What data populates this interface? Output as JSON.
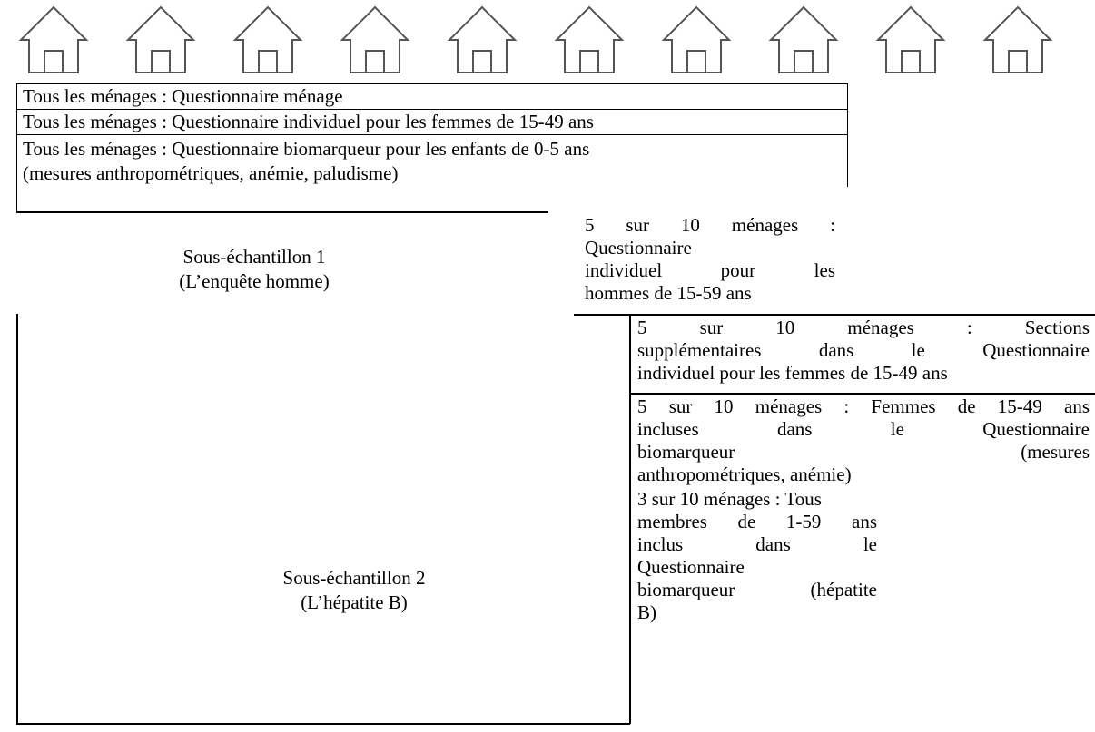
{
  "houses": [
    "house-icon",
    "house-icon",
    "house-icon",
    "house-icon",
    "house-icon",
    "house-icon",
    "house-icon",
    "house-icon",
    "house-icon",
    "house-icon"
  ],
  "main_box": {
    "row1": "Tous les ménages : Questionnaire ménage",
    "row2": "Tous les ménages : Questionnaire individuel pour les femmes de 15-49 ans",
    "row3_line1": "Tous les ménages : Questionnaire biomarqueur pour les enfants de 0-5 ans",
    "row3_line2": "(mesures anthropométriques, anémie, paludisme)"
  },
  "subsample1": {
    "title": "Sous-échantillon 1",
    "subtitle": "(L’enquête homme)",
    "men_box": {
      "line1": "5 sur 10 ménages :",
      "line2": "Questionnaire",
      "line3": "individuel pour les",
      "line4": "hommes de 15-59 ans"
    },
    "women_sections": {
      "line1": "5 sur 10 ménages : Sections",
      "line2": "supplémentaires dans le Questionnaire",
      "line3": "individuel pour les femmes de 15-49 ans"
    },
    "women_biomarker": {
      "line1": "5 sur 10 ménages : Femmes de 15-49 ans",
      "line2": "incluses dans le Questionnaire",
      "line3": "biomarqueur (mesures",
      "line4": "anthropométriques, anémie)"
    }
  },
  "subsample2": {
    "title": "Sous-échantillon 2",
    "subtitle": "(L’hépatite B)",
    "hepb_box": {
      "line1": "3 sur 10 ménages : Tous",
      "line2": "membres de 1-59 ans",
      "line3": "inclus dans le",
      "line4": "Questionnaire",
      "line5": "biomarqueur (hépatite",
      "line6": "B)"
    }
  }
}
